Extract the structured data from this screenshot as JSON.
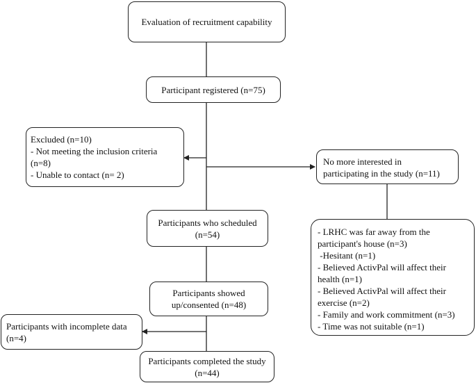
{
  "flowchart": {
    "title_box": "Evaluation of recruitment capability",
    "registered": "Participant registered (n=75)",
    "excluded": {
      "title": "Excluded (n=10)",
      "lines": [
        "- Not meeting the inclusion criteria",
        "(n=8)",
        "- Unable to contact (n= 2)"
      ]
    },
    "not_interested": {
      "lines": [
        "No more interested in",
        "participating in the study (n=11)"
      ]
    },
    "scheduled": {
      "lines": [
        "Participants who scheduled",
        "(n=54)"
      ]
    },
    "reasons": {
      "lines": [
        "- LRHC was far away from the",
        "participant's house (n=3)",
        " -Hesitant (n=1)",
        "- Believed ActivPal will affect their",
        "health (n=1)",
        "- Believed ActivPal will affect their",
        "exercise (n=2)",
        "- Family and work commitment (n=3)",
        "- Time was not suitable (n=1)"
      ]
    },
    "consented": {
      "lines": [
        "Participants showed",
        "up/consented (n=48)"
      ]
    },
    "incomplete": {
      "lines": [
        "Participants with incomplete data",
        "(n=4)"
      ]
    },
    "completed": {
      "lines": [
        "Participants completed the study",
        "(n=44)"
      ]
    }
  }
}
